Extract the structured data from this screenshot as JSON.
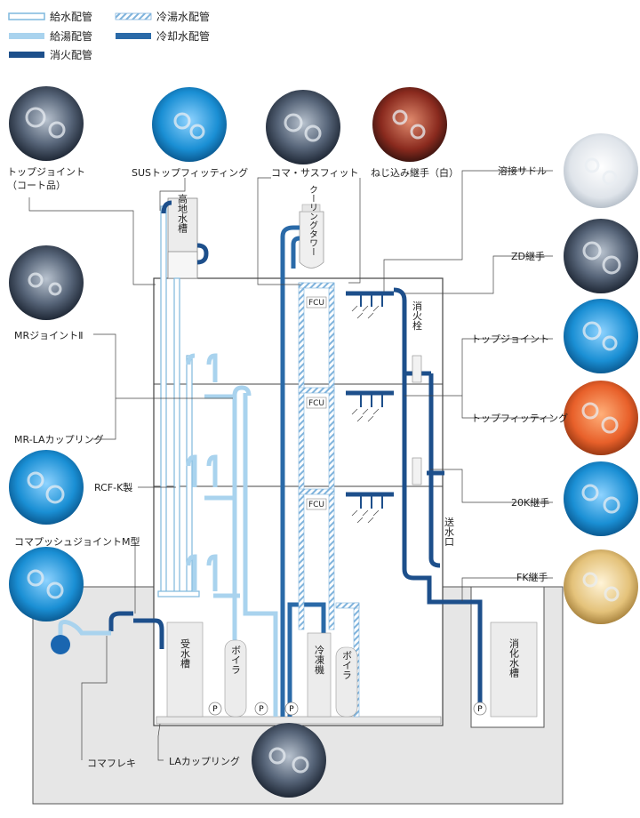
{
  "legend": [
    {
      "label": "給水配管",
      "style": "supply"
    },
    {
      "label": "給湯配管",
      "style": "hot"
    },
    {
      "label": "消火配管",
      "style": "fire"
    },
    {
      "label": "冷湯水配管",
      "style": "coldhot"
    },
    {
      "label": "冷却水配管",
      "style": "cooling"
    }
  ],
  "products": {
    "top_joint_coat": "トップジョイント\n（コート品）",
    "sus_top_fitting": "SUSトップフィッティング",
    "koma_susfit": "コマ・サスフィット",
    "screw_joint_white": "ねじ込み継手（白）",
    "weld_saddle": "溶接サドル",
    "zd_joint": "ZD継手",
    "mr_joint_2": "MRジョイントⅡ",
    "top_joint": "トップジョイント",
    "top_fitting": "トップフィッティング",
    "mr_la_coupling": "MR-LAカップリング",
    "rcf_k": "RCF-K製",
    "joint_20k": "20K継手",
    "koma_push_m": "コマプッシュジョイントM型",
    "fk_joint": "FK継手",
    "koma_flex": "コマフレキ",
    "la_coupling": "LAカップリング"
  },
  "equipment": {
    "elevated_tank": "高地水槽",
    "cooling_tower": "クーリングタワー",
    "fcu": "FCU",
    "hydrant": "消火栓",
    "siamese": "送水口",
    "receiving_tank": "受水槽",
    "boiler": "ボイラ",
    "chiller": "冷凍機",
    "fire_tank": "消化水槽",
    "pump": "P"
  },
  "colors": {
    "supply": "#7fb8dd",
    "hot": "#a9d3ee",
    "fire": "#1d4f8b",
    "cooling": "#2a6aa8",
    "coldhot": "#5a9fd2"
  }
}
